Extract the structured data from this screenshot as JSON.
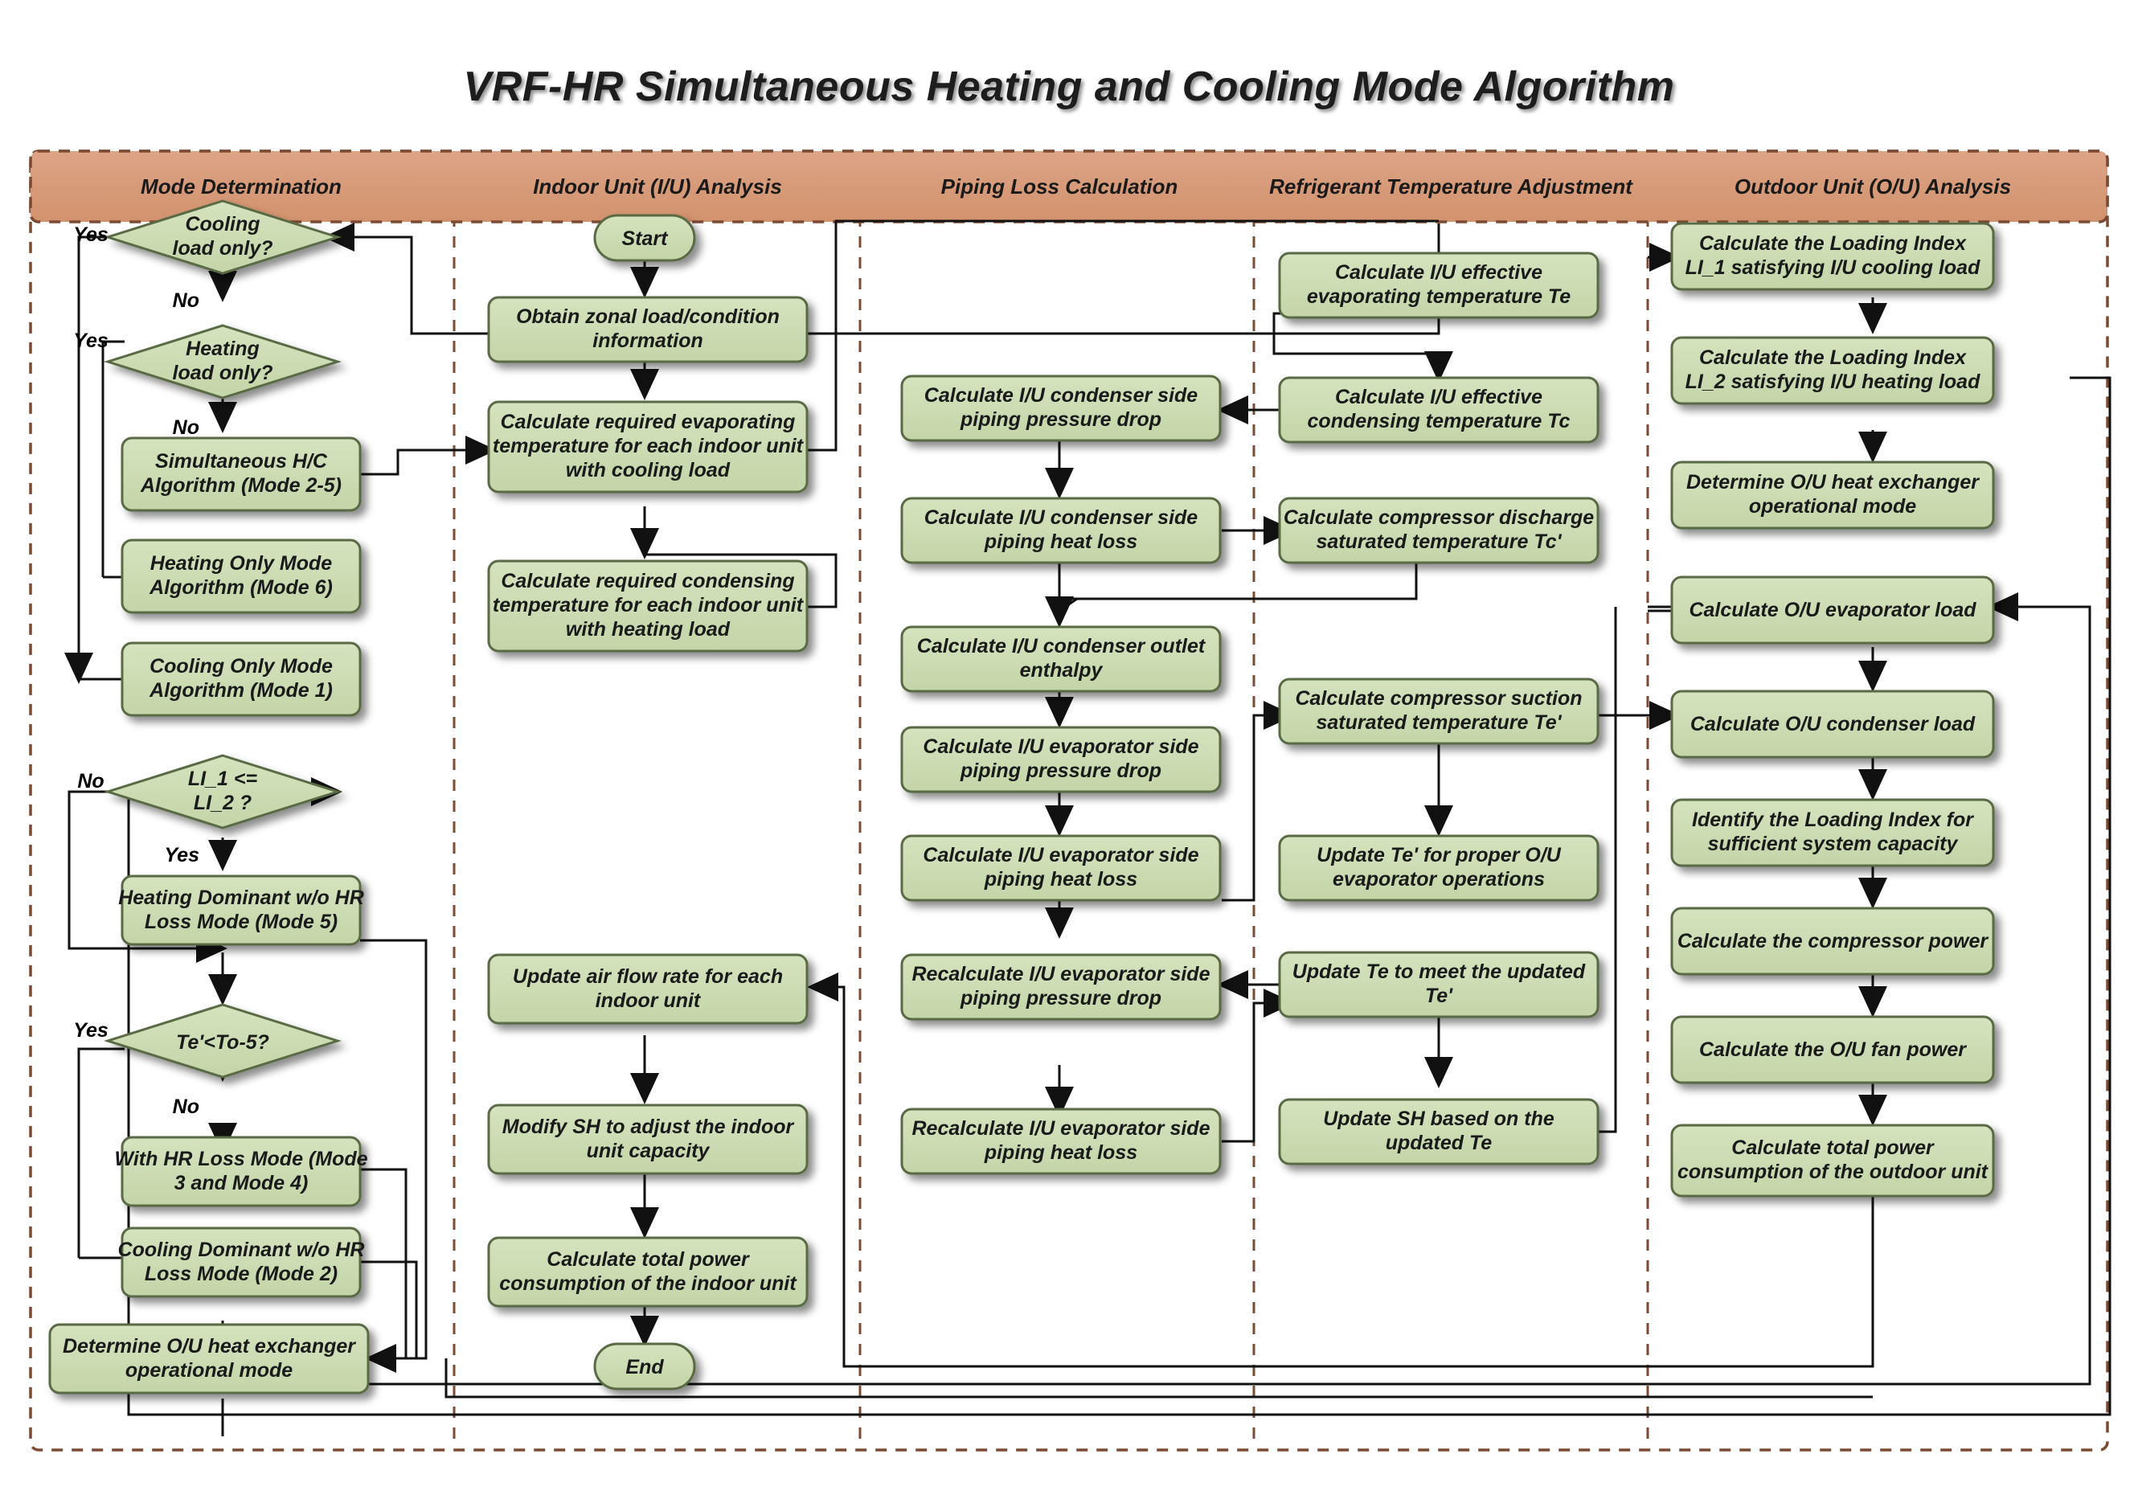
{
  "title": "VRF-HR Simultaneous Heating and Cooling Mode Algorithm",
  "colors": {
    "node_fill": "#cdddb4",
    "node_stroke": "#5a6b45",
    "header_fill": "#d79b79",
    "header_stroke": "#7a4a33",
    "lane_divider": "#7a4a33",
    "connector": "#111111",
    "text": "#1a1a1a",
    "background": "#ffffff"
  },
  "chart_data": {
    "type": "diagram",
    "diagram_kind": "swimlane-flowchart",
    "title": "VRF-HR Simultaneous Heating and Cooling Mode Algorithm",
    "lanes": [
      "Mode Determination",
      "Indoor Unit (I/U) Analysis",
      "Piping Loss Calculation",
      "Refrigerant Temperature Adjustment",
      "Outdoor Unit (O/U) Analysis"
    ]
  },
  "lanes": [
    {
      "id": "lane-mode-determination",
      "label": "Mode Determination"
    },
    {
      "id": "lane-indoor-unit-analysis",
      "label": "Indoor Unit (I/U) Analysis"
    },
    {
      "id": "lane-piping-loss-calculation",
      "label": "Piping Loss Calculation"
    },
    {
      "id": "lane-refrigerant-temperature-adjustment",
      "label": "Refrigerant Temperature Adjustment"
    },
    {
      "id": "lane-outdoor-unit-analysis",
      "label": "Outdoor Unit (O/U) Analysis"
    }
  ],
  "nodes": {
    "mode": {
      "d1a": "Cooling",
      "d1b": "load only?",
      "d2a": "Heating",
      "d2b": "load only?",
      "p1a": "Simultaneous H/C",
      "p1b": "Algorithm (Mode 2-5)",
      "p2a": "Heating Only Mode",
      "p2b": "Algorithm (Mode 6)",
      "p3a": "Cooling Only Mode",
      "p3b": "Algorithm (Mode 1)",
      "d3a": "LI_1 <=",
      "d3b": "LI_2 ?",
      "p4a": "Heating Dominant w/o HR",
      "p4b": "Loss Mode (Mode 5)",
      "d4a": "Te'<To-5?",
      "p5a": "With HR Loss Mode (Mode",
      "p5b": "3 and Mode 4)",
      "p6a": "Cooling Dominant w/o HR",
      "p6b": "Loss Mode (Mode 2)",
      "p7a": "Determine O/U heat exchanger",
      "p7b": "operational mode"
    },
    "iu": {
      "start": "Start",
      "n1a": "Obtain zonal load/condition",
      "n1b": "information",
      "n2a": "Calculate required evaporating",
      "n2b": "temperature for each indoor unit",
      "n2c": "with cooling load",
      "n3a": "Calculate required condensing",
      "n3b": "temperature for each indoor unit",
      "n3c": "with heating load",
      "n4a": "Update air flow rate for each",
      "n4b": "indoor unit",
      "n5a": "Modify SH to adjust the indoor",
      "n5b": "unit capacity",
      "n6a": "Calculate total power",
      "n6b": "consumption of the indoor unit",
      "end": "End"
    },
    "pipe": {
      "n1a": "Calculate I/U condenser side",
      "n1b": "piping pressure drop",
      "n2a": "Calculate I/U condenser side",
      "n2b": "piping heat loss",
      "n3a": "Calculate I/U condenser outlet",
      "n3b": "enthalpy",
      "n4a": "Calculate I/U evaporator side",
      "n4b": "piping pressure drop",
      "n5a": "Calculate I/U evaporator side",
      "n5b": "piping heat loss",
      "n6a": "Recalculate I/U evaporator side",
      "n6b": "piping pressure drop",
      "n7a": "Recalculate I/U evaporator side",
      "n7b": "piping heat loss"
    },
    "refr": {
      "n1a": "Calculate I/U effective",
      "n1b": "evaporating temperature Te",
      "n2a": "Calculate I/U effective",
      "n2b": "condensing temperature Tc",
      "n3a": "Calculate compressor discharge",
      "n3b": "saturated temperature Tc'",
      "n4a": "Calculate compressor suction",
      "n4b": "saturated temperature Te'",
      "n5a": "Update Te' for proper O/U",
      "n5b": "evaporator operations",
      "n6a": "Update Te to meet the updated",
      "n6b": "Te'",
      "n7a": "Update SH based on the",
      "n7b": "updated Te"
    },
    "ou": {
      "n1a": "Calculate the Loading Index",
      "n1b": "LI_1 satisfying I/U cooling load",
      "n2a": "Calculate the Loading Index",
      "n2b": "LI_2 satisfying I/U heating load",
      "n3a": "Determine O/U heat exchanger",
      "n3b": "operational mode",
      "n4a": "Calculate O/U evaporator load",
      "n5a": "Calculate O/U condenser load",
      "n6a": "Identify the Loading Index for",
      "n6b": "sufficient system capacity",
      "n7a": "Calculate the compressor power",
      "n8a": "Calculate the O/U fan power",
      "n9a": "Calculate total power",
      "n9b": "consumption of the outdoor unit"
    }
  },
  "edge_labels": {
    "yes1": "Yes",
    "no1": "No",
    "yes2": "Yes",
    "no2": "No",
    "no3": "No",
    "yes3": "Yes",
    "yes4": "Yes",
    "no4": "No"
  }
}
